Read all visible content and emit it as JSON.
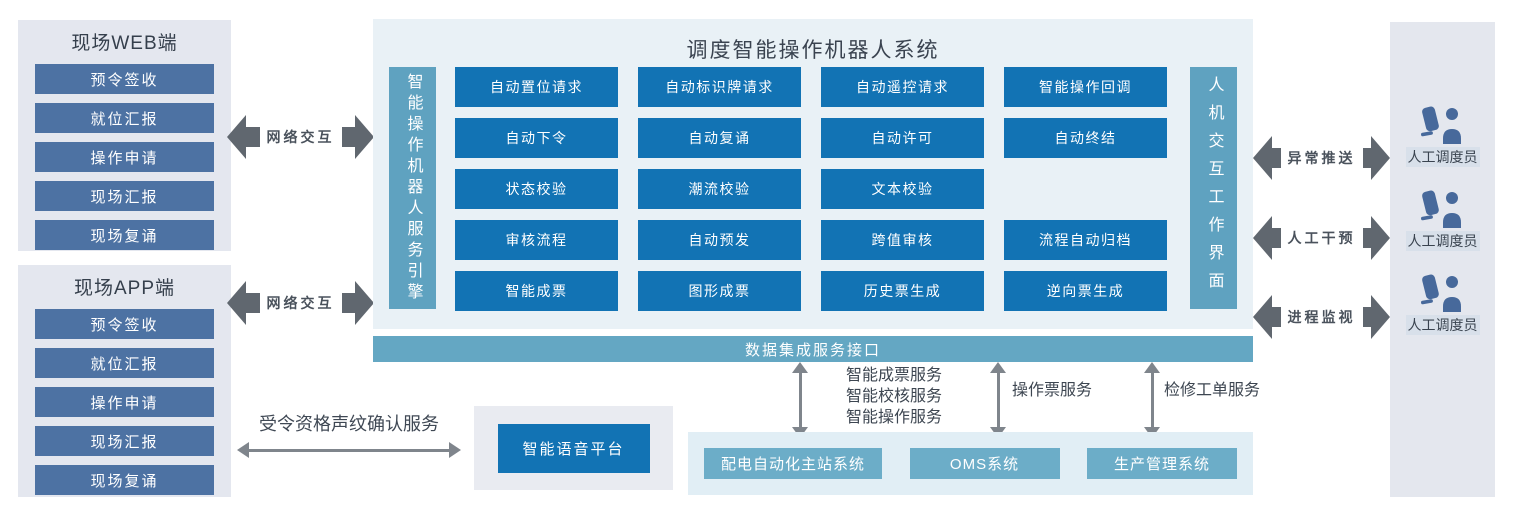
{
  "colors": {
    "capability_blue": "#1273b4",
    "side_button_blue": "#4d72a3",
    "teal_bar": "#5fa2c0",
    "system_teal": "#6cadc8",
    "arrow_dark": "#60676f",
    "arrow_thin": "#7f858c",
    "panel_gray": "#e4e7ef",
    "panel_light_blue": "#e9f1f6",
    "bottom_panel_blue": "#e1eef5"
  },
  "left": {
    "web": {
      "title": "现场WEB端",
      "items": [
        "预令签收",
        "就位汇报",
        "操作申请",
        "现场汇报",
        "现场复诵"
      ]
    },
    "app": {
      "title": "现场APP端",
      "items": [
        "预令签收",
        "就位汇报",
        "操作申请",
        "现场汇报",
        "现场复诵"
      ]
    },
    "web_link": "网络交互",
    "app_link": "网络交互"
  },
  "center": {
    "title": "调度智能操作机器人系统",
    "engine_bar": "智能操作机器人服务引擎",
    "hmi_bar": "人机交互工作界面",
    "grid": [
      [
        "自动置位请求",
        "自动标识牌请求",
        "自动遥控请求",
        "智能操作回调"
      ],
      [
        "自动下令",
        "自动复诵",
        "自动许可",
        "自动终结"
      ],
      [
        "状态校验",
        "潮流校验",
        "文本校验",
        null
      ],
      [
        "审核流程",
        "自动预发",
        "跨值审核",
        "流程自动归档"
      ],
      [
        "智能成票",
        "图形成票",
        "历史票生成",
        "逆向票生成"
      ]
    ]
  },
  "data_bus": {
    "label": "数据集成服务接口"
  },
  "services": {
    "group1": [
      "智能成票服务",
      "智能校核服务",
      "智能操作服务"
    ],
    "group2": "操作票服务",
    "group3": "检修工单服务"
  },
  "voice": {
    "service_label": "受令资格声纹确认服务",
    "platform": "智能语音平台"
  },
  "bottom_systems": {
    "items": [
      "配电自动化主站系统",
      "OMS系统",
      "生产管理系统"
    ]
  },
  "right": {
    "links": [
      "异常推送",
      "人工干预",
      "进程监视"
    ],
    "operators": [
      "人工调度员",
      "人工调度员",
      "人工调度员"
    ]
  }
}
